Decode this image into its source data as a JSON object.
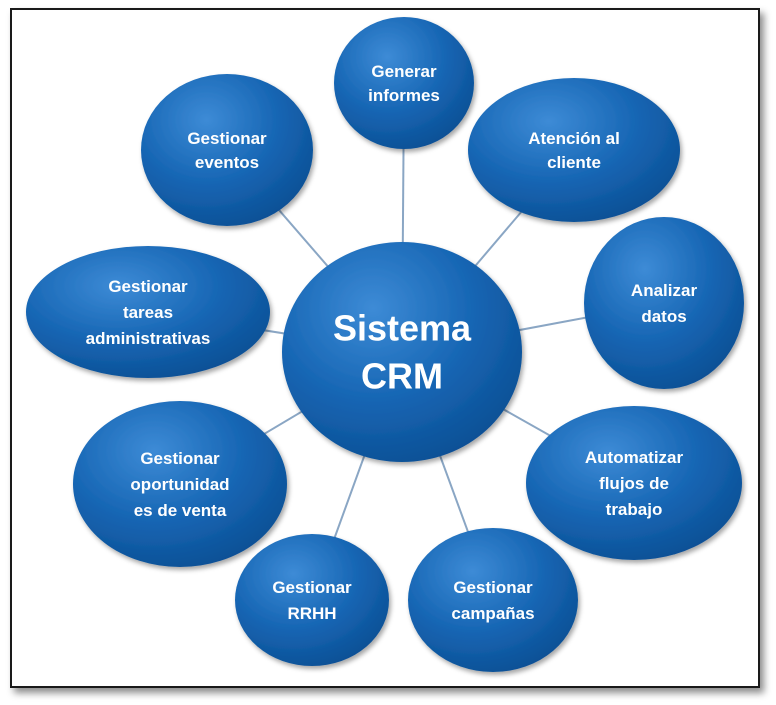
{
  "diagram": {
    "center": {
      "id": "center",
      "lines": [
        "Sistema",
        "CRM"
      ]
    },
    "nodes": [
      {
        "id": "informes",
        "lines": [
          "Generar",
          "informes"
        ]
      },
      {
        "id": "atencion",
        "lines": [
          "Atención al",
          "cliente"
        ]
      },
      {
        "id": "analizar",
        "lines": [
          "Analizar",
          "datos"
        ]
      },
      {
        "id": "automatizar",
        "lines": [
          "Automatizar",
          "flujos de",
          "trabajo"
        ]
      },
      {
        "id": "campanas",
        "lines": [
          "Gestionar",
          "campañas"
        ]
      },
      {
        "id": "rrhh",
        "lines": [
          "Gestionar",
          "RRHH"
        ]
      },
      {
        "id": "oportunidades",
        "lines": [
          "Gestionar",
          "oportunidad",
          "es de venta"
        ]
      },
      {
        "id": "tareas",
        "lines": [
          "Gestionar",
          "tareas",
          "administrativas"
        ]
      },
      {
        "id": "eventos",
        "lines": [
          "Gestionar",
          "eventos"
        ]
      }
    ],
    "colors": {
      "bubble_light": "#3d8bd6",
      "bubble_dark": "#0b4f94",
      "connector": "#8aa6c4",
      "text": "#ffffff"
    }
  }
}
